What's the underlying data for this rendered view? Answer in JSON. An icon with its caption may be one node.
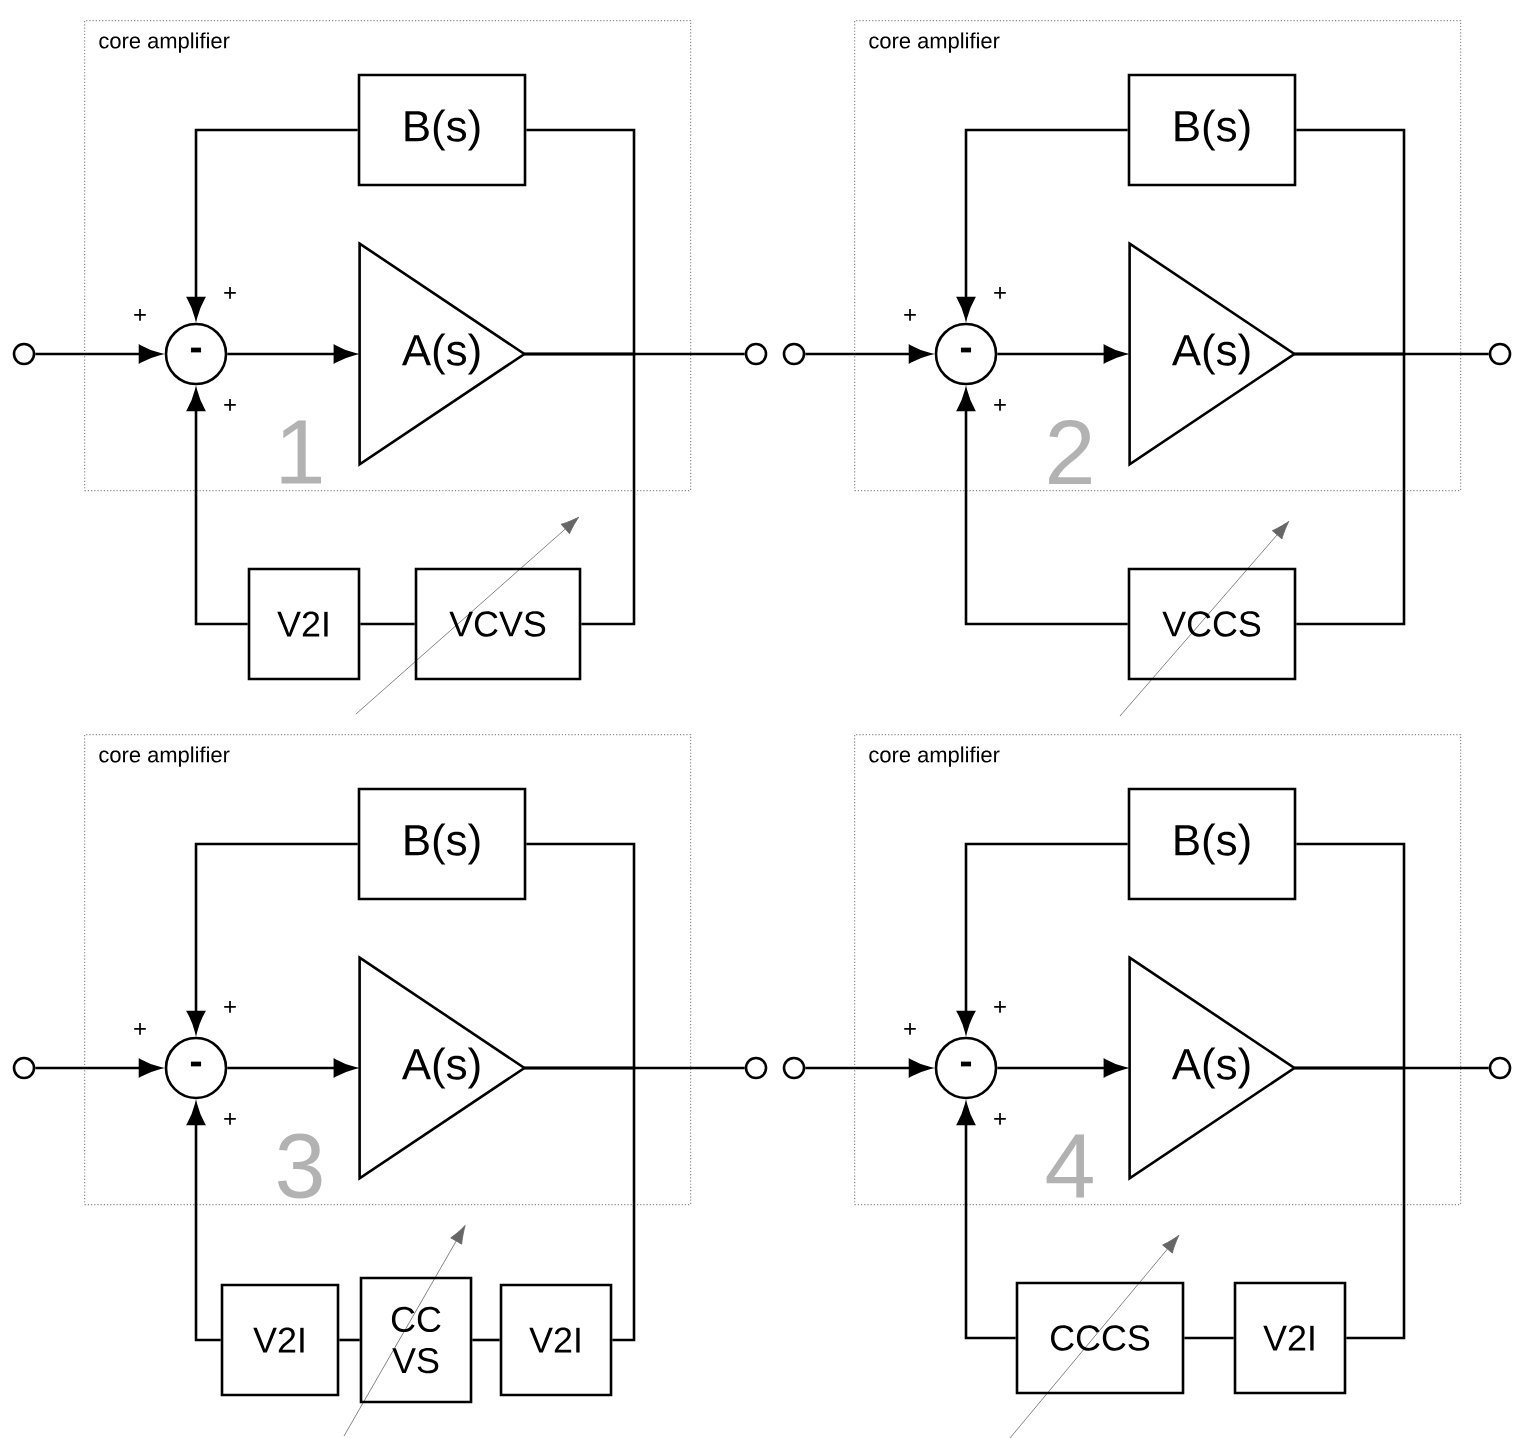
{
  "diagram": {
    "nodes": [
      {
        "text": [
          "core amplifier"
        ]
      },
      {
        "text": [
          "B(s)"
        ],
        "in": 0
      },
      {
        "text": [
          "-"
        ],
        "in": 0
      },
      {
        "text": [
          "A(s)"
        ],
        "in": 0
      },
      {
        "text": [],
        "shape": "circle"
      },
      {
        "text": [],
        "shape": "circle"
      },
      {
        "text": [
          "V2I"
        ]
      },
      {
        "text": [
          "VCVS"
        ]
      },
      {
        "text": [
          "core amplifier"
        ]
      },
      {
        "text": [
          "B(s)"
        ],
        "in": 8
      },
      {
        "text": [
          "-"
        ],
        "in": 8
      },
      {
        "text": [
          "A(s)"
        ],
        "in": 8
      },
      {
        "text": [],
        "shape": "circle"
      },
      {
        "text": [],
        "shape": "circle"
      },
      {
        "text": [
          "VCCS"
        ]
      },
      {
        "text": [
          "core amplifier"
        ]
      },
      {
        "text": [
          "B(s)"
        ],
        "in": 15
      },
      {
        "text": [
          "-"
        ],
        "in": 15
      },
      {
        "text": [
          "A(s)"
        ],
        "in": 15
      },
      {
        "text": [],
        "shape": "circle"
      },
      {
        "text": [],
        "shape": "circle"
      },
      {
        "text": [
          "V2I"
        ]
      },
      {
        "text": [
          "CC VS"
        ]
      },
      {
        "text": [
          "V2I"
        ]
      },
      {
        "text": [
          "core amplifier"
        ]
      },
      {
        "text": [
          "B(s)"
        ],
        "in": 24
      },
      {
        "text": [
          "-"
        ],
        "in": 24
      },
      {
        "text": [
          "A(s)"
        ],
        "in": 24
      },
      {
        "text": [],
        "shape": "circle"
      },
      {
        "text": [],
        "shape": "circle"
      },
      {
        "text": [
          "CCCS"
        ]
      },
      {
        "text": [
          "V2I"
        ]
      }
    ],
    "edges": [
      {
        "from": 4,
        "to": 2,
        "arrow": "to"
      },
      {
        "from": 2,
        "to": 3,
        "arrow": "to"
      },
      {
        "from": 3,
        "to": 5,
        "arrow": "none"
      },
      {
        "from": 3,
        "to": 1,
        "arrow": "none"
      },
      {
        "from": 1,
        "to": 2,
        "arrow": "to"
      },
      {
        "from": 3,
        "to": 7,
        "arrow": "none"
      },
      {
        "from": 7,
        "to": 6,
        "arrow": "none"
      },
      {
        "from": 6,
        "to": 2,
        "arrow": "to"
      },
      {
        "from": 12,
        "to": 10,
        "arrow": "to"
      },
      {
        "from": 10,
        "to": 11,
        "arrow": "to"
      },
      {
        "from": 11,
        "to": 13,
        "arrow": "none"
      },
      {
        "from": 11,
        "to": 9,
        "arrow": "none"
      },
      {
        "from": 9,
        "to": 10,
        "arrow": "to"
      },
      {
        "from": 11,
        "to": 14,
        "arrow": "none"
      },
      {
        "from": 14,
        "to": 10,
        "arrow": "to"
      },
      {
        "from": 19,
        "to": 17,
        "arrow": "to"
      },
      {
        "from": 17,
        "to": 18,
        "arrow": "to"
      },
      {
        "from": 18,
        "to": 20,
        "arrow": "none"
      },
      {
        "from": 18,
        "to": 16,
        "arrow": "none"
      },
      {
        "from": 16,
        "to": 17,
        "arrow": "to"
      },
      {
        "from": 18,
        "to": 23,
        "arrow": "none"
      },
      {
        "from": 23,
        "to": 22,
        "arrow": "none"
      },
      {
        "from": 22,
        "to": 21,
        "arrow": "none"
      },
      {
        "from": 21,
        "to": 17,
        "arrow": "to"
      },
      {
        "from": 28,
        "to": 26,
        "arrow": "to"
      },
      {
        "from": 26,
        "to": 27,
        "arrow": "to"
      },
      {
        "from": 27,
        "to": 29,
        "arrow": "none"
      },
      {
        "from": 27,
        "to": 25,
        "arrow": "none"
      },
      {
        "from": 25,
        "to": 26,
        "arrow": "to"
      },
      {
        "from": 27,
        "to": 31,
        "arrow": "none"
      },
      {
        "from": 31,
        "to": 30,
        "arrow": "none"
      },
      {
        "from": 30,
        "to": 26,
        "arrow": "to"
      }
    ],
    "labels": [
      "1",
      "+",
      "+",
      "+",
      "2",
      "+",
      "+",
      "+",
      "3",
      "+",
      "+",
      "+",
      "4",
      "+",
      "+",
      "+"
    ]
  }
}
